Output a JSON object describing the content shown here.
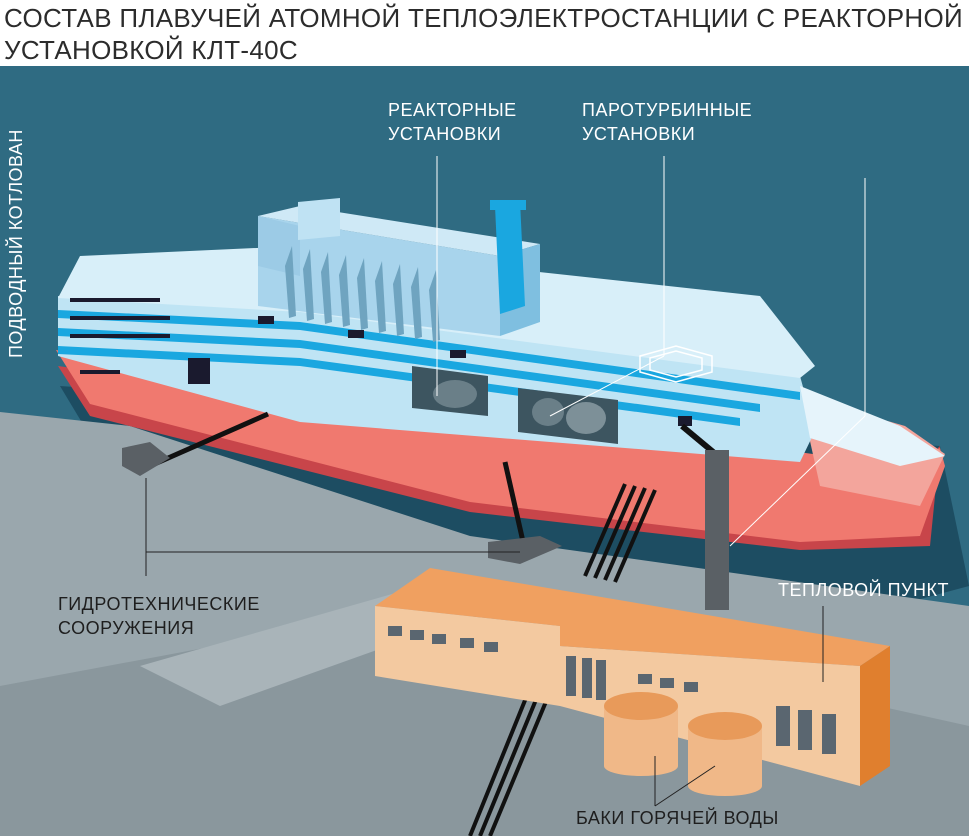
{
  "title": {
    "line1": "СОСТАВ ПЛАВУЧЕЙ АТОМНОЙ ТЕПЛОЭЛЕКТРОСТАНЦИИ С РЕАКТОРНОЙ",
    "line2": "УСТАНОВКОЙ КЛТ-40С"
  },
  "labels": {
    "reactor": [
      "РЕАКТОРНЫЕ",
      "УСТАНОВКИ"
    ],
    "turbine": [
      "ПАРОТУРБИННЫЕ",
      "УСТАНОВКИ"
    ],
    "pit": "ПОДВОДНЫЙ КОТЛОВАН",
    "hydro": [
      "ГИДРОТЕХНИЧЕСКИЕ",
      "СООРУЖЕНИЯ"
    ],
    "heat_point": "ТЕПЛОВОЙ ПУНКТ",
    "tanks": "БАКИ ГОРЯЧЕЙ ВОДЫ"
  },
  "colors": {
    "water": "#2f6b82",
    "water_deep": "#1d4d62",
    "ground": "#9aa7ad",
    "hull_red": "#f0796f",
    "hull_dark_red": "#c8454a",
    "deck_light": "#bfe4f4",
    "stripe_blue": "#1aa7e0",
    "building_orange": "#f0a060",
    "building_light": "#f3c9a0"
  }
}
